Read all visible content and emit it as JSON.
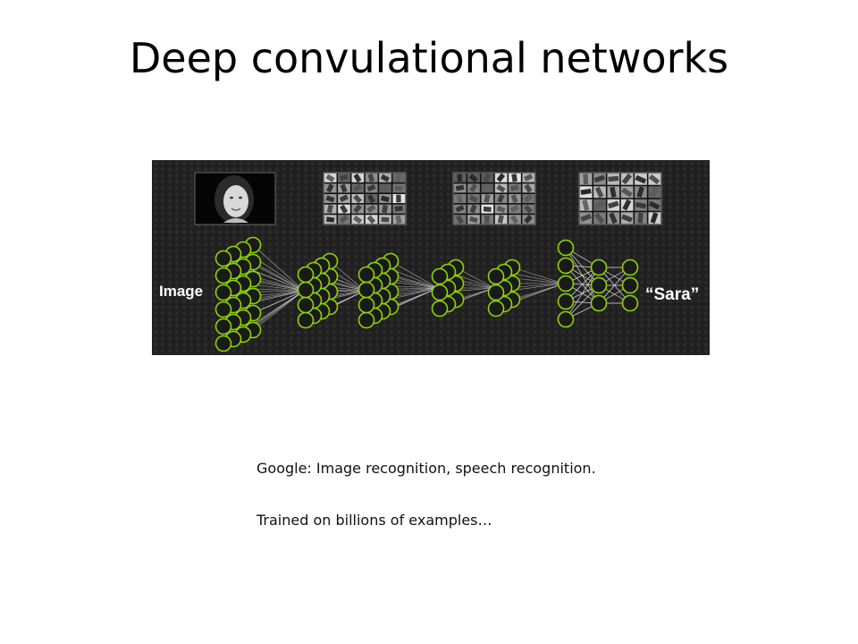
{
  "slide": {
    "title": "Deep convulational networks",
    "captions": [
      "Google: Image recognition, speech recognition.",
      "Trained on billions of examples…"
    ]
  },
  "figure": {
    "input_label": "Image",
    "output_label": "“Sara”",
    "background_color": "#222222",
    "node_color": "#8fd400",
    "thumbnails": [
      "face-photo",
      "edge-features",
      "part-features",
      "face-features"
    ]
  }
}
